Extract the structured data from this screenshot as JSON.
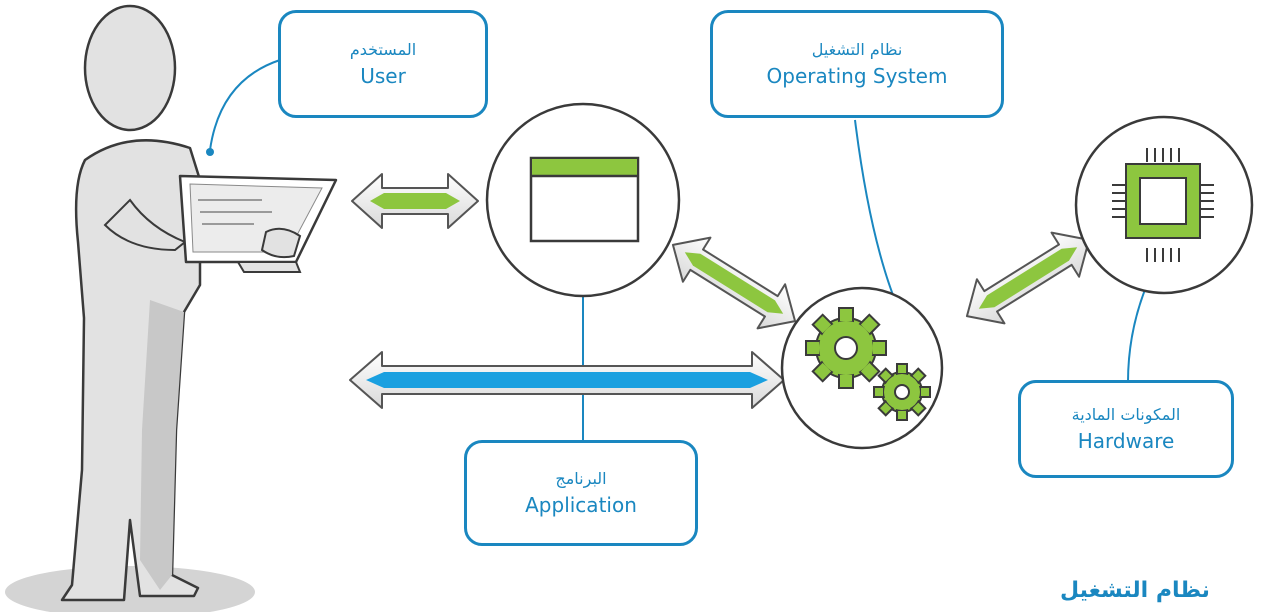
{
  "callouts": {
    "user": {
      "arabic": "المستخدم",
      "english": "User"
    },
    "operating_system": {
      "arabic": "نظام التشغيل",
      "english": "Operating System"
    },
    "application": {
      "arabic": "البرنامج",
      "english": "Application"
    },
    "hardware": {
      "arabic": "المكونات المادية",
      "english": "Hardware"
    }
  },
  "footer_heading": "نظام التشغيل",
  "colors": {
    "callout_blue": "#1a87c0",
    "arrow_green": "#8dc63f",
    "arrow_blue": "#1aa0e0",
    "gear_green": "#8dc63f",
    "person_fill": "#dcdcdc",
    "outline": "#3a3a3a"
  },
  "icons": [
    "person-figure",
    "tablet-icon",
    "app-window-icon",
    "gears-icon",
    "cpu-chip-icon"
  ]
}
